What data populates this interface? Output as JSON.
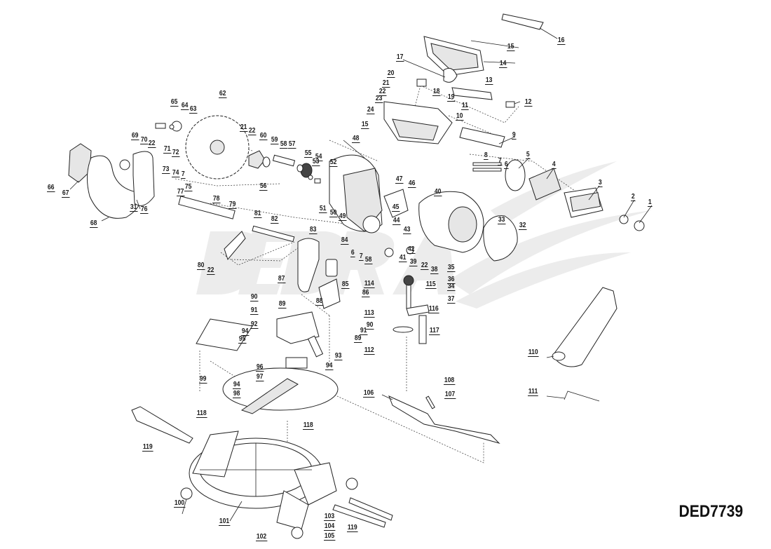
{
  "document": {
    "type": "exploded parts diagram",
    "model_number": "DED7739",
    "watermark_text": "DEDRA"
  },
  "callouts": [
    {
      "id": "1"
    },
    {
      "id": "2"
    },
    {
      "id": "3"
    },
    {
      "id": "4"
    },
    {
      "id": "5"
    },
    {
      "id": "6"
    },
    {
      "id": "7"
    },
    {
      "id": "8"
    },
    {
      "id": "9"
    },
    {
      "id": "10"
    },
    {
      "id": "11"
    },
    {
      "id": "12"
    },
    {
      "id": "13"
    },
    {
      "id": "14"
    },
    {
      "id": "15"
    },
    {
      "id": "16"
    },
    {
      "id": "17"
    },
    {
      "id": "18"
    },
    {
      "id": "19"
    },
    {
      "id": "20"
    },
    {
      "id": "21"
    },
    {
      "id": "22"
    },
    {
      "id": "23"
    },
    {
      "id": "24"
    },
    {
      "id": "15"
    },
    {
      "id": "21"
    },
    {
      "id": "22"
    },
    {
      "id": "31"
    },
    {
      "id": "32"
    },
    {
      "id": "33"
    },
    {
      "id": "34"
    },
    {
      "id": "35"
    },
    {
      "id": "36"
    },
    {
      "id": "37"
    },
    {
      "id": "38"
    },
    {
      "id": "39"
    },
    {
      "id": "22"
    },
    {
      "id": "40"
    },
    {
      "id": "41"
    },
    {
      "id": "42"
    },
    {
      "id": "43"
    },
    {
      "id": "44"
    },
    {
      "id": "45"
    },
    {
      "id": "46"
    },
    {
      "id": "47"
    },
    {
      "id": "48"
    },
    {
      "id": "49"
    },
    {
      "id": "50"
    },
    {
      "id": "51"
    },
    {
      "id": "52"
    },
    {
      "id": "53"
    },
    {
      "id": "54"
    },
    {
      "id": "55"
    },
    {
      "id": "56"
    },
    {
      "id": "57"
    },
    {
      "id": "58"
    },
    {
      "id": "59"
    },
    {
      "id": "60"
    },
    {
      "id": "62"
    },
    {
      "id": "63"
    },
    {
      "id": "64"
    },
    {
      "id": "65"
    },
    {
      "id": "66"
    },
    {
      "id": "67"
    },
    {
      "id": "68"
    },
    {
      "id": "69"
    },
    {
      "id": "70"
    },
    {
      "id": "22"
    },
    {
      "id": "71"
    },
    {
      "id": "72"
    },
    {
      "id": "73"
    },
    {
      "id": "74"
    },
    {
      "id": "7"
    },
    {
      "id": "75"
    },
    {
      "id": "76"
    },
    {
      "id": "77"
    },
    {
      "id": "78"
    },
    {
      "id": "79"
    },
    {
      "id": "80"
    },
    {
      "id": "22"
    },
    {
      "id": "81"
    },
    {
      "id": "82"
    },
    {
      "id": "83"
    },
    {
      "id": "84"
    },
    {
      "id": "6"
    },
    {
      "id": "7"
    },
    {
      "id": "58"
    },
    {
      "id": "85"
    },
    {
      "id": "86"
    },
    {
      "id": "87"
    },
    {
      "id": "88"
    },
    {
      "id": "89"
    },
    {
      "id": "90"
    },
    {
      "id": "91"
    },
    {
      "id": "92"
    },
    {
      "id": "94"
    },
    {
      "id": "95"
    },
    {
      "id": "90"
    },
    {
      "id": "91"
    },
    {
      "id": "89"
    },
    {
      "id": "93"
    },
    {
      "id": "94"
    },
    {
      "id": "96"
    },
    {
      "id": "97"
    },
    {
      "id": "94"
    },
    {
      "id": "98"
    },
    {
      "id": "99"
    },
    {
      "id": "100"
    },
    {
      "id": "101"
    },
    {
      "id": "102"
    },
    {
      "id": "103"
    },
    {
      "id": "104"
    },
    {
      "id": "105"
    },
    {
      "id": "106"
    },
    {
      "id": "107"
    },
    {
      "id": "108"
    },
    {
      "id": "110"
    },
    {
      "id": "111"
    },
    {
      "id": "112"
    },
    {
      "id": "113"
    },
    {
      "id": "114"
    },
    {
      "id": "115"
    },
    {
      "id": "116"
    },
    {
      "id": "117"
    },
    {
      "id": "118"
    },
    {
      "id": "118"
    },
    {
      "id": "119"
    },
    {
      "id": "119"
    }
  ],
  "colors": {
    "ink": "#222222",
    "watermark": "#ececec",
    "background": "#ffffff"
  }
}
